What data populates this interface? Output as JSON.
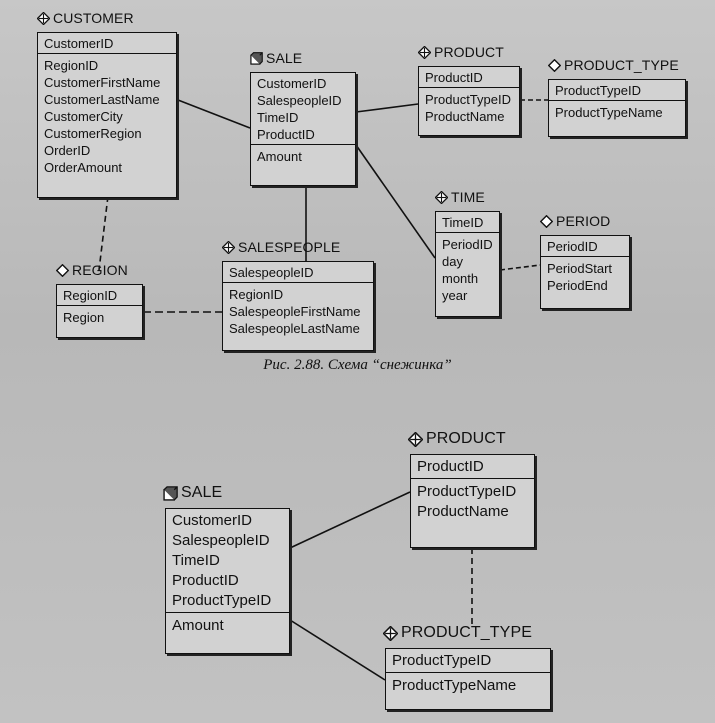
{
  "caption": "Рис. 2.88. Схема “снежинка”",
  "symbols": {
    "diamond": "diamond-icon",
    "circle": "circle-icon",
    "cube": "cube-icon"
  },
  "upper": {
    "customer": {
      "name": "CUSTOMER",
      "pk": [
        "CustomerID"
      ],
      "attrs": [
        "RegionID",
        "CustomerFirstName",
        "CustomerLastName",
        "CustomerCity",
        "CustomerRegion",
        "OrderID",
        "OrderAmount"
      ]
    },
    "sale": {
      "name": "SALE",
      "pk": [
        "CustomerID",
        "SalespeopleID",
        "TimeID",
        "ProductID"
      ],
      "attrs": [
        "Amount"
      ]
    },
    "product": {
      "name": "PRODUCT",
      "pk": [
        "ProductID"
      ],
      "attrs": [
        "ProductTypeID",
        "ProductName"
      ]
    },
    "product_type": {
      "name": "PRODUCT_TYPE",
      "pk": [
        "ProductTypeID"
      ],
      "attrs": [
        "ProductTypeName"
      ]
    },
    "time": {
      "name": "TIME",
      "pk": [
        "TimeID"
      ],
      "attrs": [
        "PeriodID",
        "day",
        "month",
        "year"
      ]
    },
    "period": {
      "name": "PERIOD",
      "pk": [
        "PeriodID"
      ],
      "attrs": [
        "PeriodStart",
        "PeriodEnd"
      ]
    },
    "region": {
      "name": "REGION",
      "pk": [
        "RegionID"
      ],
      "attrs": [
        "Region"
      ]
    },
    "salespeople": {
      "name": "SALESPEOPLE",
      "pk": [
        "SalespeopleID"
      ],
      "attrs": [
        "RegionID",
        "SalespeopleFirstName",
        "SalespeopleLastName"
      ]
    }
  },
  "lower": {
    "sale": {
      "name": "SALE",
      "pk": [
        "CustomerID",
        "SalespeopleID",
        "TimeID",
        "ProductID",
        "ProductTypeID"
      ],
      "attrs": [
        "Amount"
      ]
    },
    "product": {
      "name": "PRODUCT",
      "pk": [
        "ProductID"
      ],
      "attrs": [
        "ProductTypeID",
        "ProductName"
      ]
    },
    "product_type": {
      "name": "PRODUCT_TYPE",
      "pk": [
        "ProductTypeID"
      ],
      "attrs": [
        "ProductTypeName"
      ]
    }
  }
}
